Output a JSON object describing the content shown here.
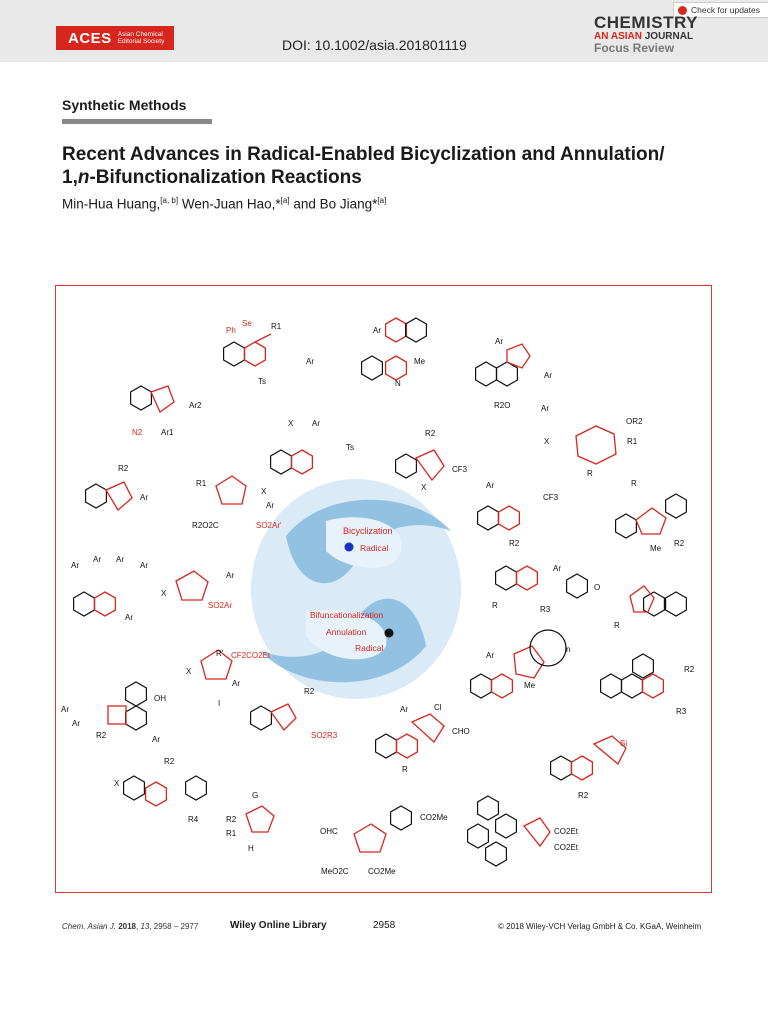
{
  "header": {
    "publisher_logo": "ACES",
    "publisher_sub": "Asian Chemical Editorial Society",
    "doi": "DOI: 10.1002/asia.201801119",
    "journal_name": "CHEMISTRY",
    "journal_sub_red": "AN ASIAN",
    "journal_sub": "JOURNAL",
    "journal_type": "Focus Review",
    "check_updates": "Check for updates"
  },
  "article": {
    "section": "Synthetic Methods",
    "title_line1": "Recent Advances in Radical-Enabled Bicyclization and Annulation/",
    "title_line2_pre": "1,",
    "title_line2_italic": "n",
    "title_line2_post": "-Bifunctionalization Reactions",
    "authors": [
      {
        "name": "Min-Hua Huang,",
        "aff": "[a, b]"
      },
      {
        "name": " Wen-Juan Hao,*",
        "aff": "[a]"
      },
      {
        "name": " and Bo Jiang*",
        "aff": "[a]"
      }
    ]
  },
  "graphic": {
    "center_top_label": "Bicyclization",
    "center_top_sub": "Radical",
    "center_bottom_label": "Bifuncationalization",
    "center_bottom_sub1": "Annulation",
    "center_bottom_sub2": "Radical",
    "colors": {
      "frame": "#d83a3a",
      "red": "#d7261e",
      "water": "#7fb6dd",
      "dot_blue": "#1b2fc4"
    },
    "labels": {
      "l1": "Ph",
      "l2": "Se",
      "l3": "R1",
      "l4": "Ar",
      "l5": "Ts",
      "l6": "Me",
      "l7": "SO2Ar",
      "l8": "Ar2",
      "l9": "N2",
      "l10": "Ar1",
      "l11": "R2O",
      "l12": "OR2",
      "l13": "CF3",
      "l14": "X",
      "l15": "R",
      "l16": "R2",
      "l17": "SO2Ar'",
      "l18": "R2O2C",
      "l19": "CF2CO2Et",
      "l20": "OH",
      "l21": "CHO",
      "l22": "Cl",
      "l23": "CO2Me",
      "l24": "MeO2C",
      "l25": "OHC",
      "l26": "CO2Et",
      "l27": "Si",
      "l28": "R4",
      "l29": "R3",
      "l30": "O",
      "l31": "N",
      "l32": "G",
      "l33": "H",
      "l34": "SO2R3",
      "l35": "n",
      "l36": "I",
      "l37": "R'"
    }
  },
  "footer": {
    "citation_journal": "Chem. Asian J.",
    "citation_year": "2018",
    "citation_vol": "13",
    "citation_pages": "2958 – 2977",
    "library": "Wiley Online Library",
    "page": "2958",
    "copyright": "© 2018 Wiley-VCH Verlag GmbH & Co. KGaA, Weinheim"
  }
}
